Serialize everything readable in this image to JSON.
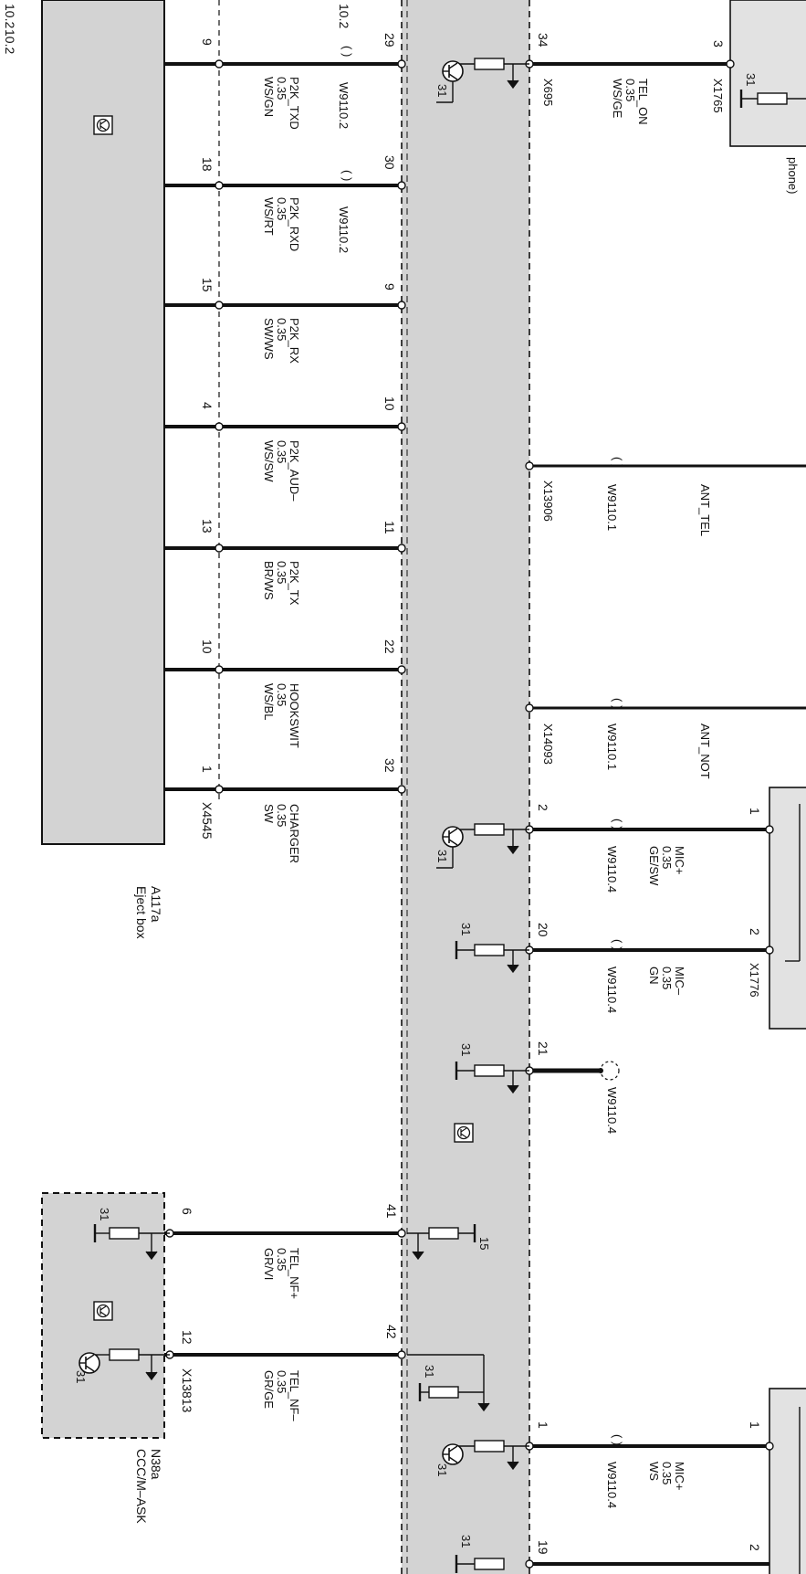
{
  "top_marks": {
    "left": "10.2",
    "left2": "10.2",
    "mid": "10.2"
  },
  "phone_label": "phone)",
  "left_wires": [
    {
      "pin_left": "9",
      "pin_right": "29",
      "name": "P2K_TXD",
      "size": "0.35",
      "color": "WS/GN",
      "connector": "W9110.2"
    },
    {
      "pin_left": "18",
      "pin_right": "30",
      "name": "P2K_RXD",
      "size": "0.35",
      "color": "WS/RT",
      "connector": "W9110.2"
    },
    {
      "pin_left": "15",
      "pin_right": "9",
      "name": "P2K_RX",
      "size": "0.35",
      "color": "SW/WS",
      "connector": ""
    },
    {
      "pin_left": "4",
      "pin_right": "10",
      "name": "P2K_AUD–",
      "size": "0.35",
      "color": "WS/SW",
      "connector": ""
    },
    {
      "pin_left": "13",
      "pin_right": "11",
      "name": "P2K_TX",
      "size": "0.35",
      "color": "BR/WS",
      "connector": ""
    },
    {
      "pin_left": "10",
      "pin_right": "22",
      "name": "HOOKSWIT",
      "size": "0.35",
      "color": "WS/BL",
      "connector": ""
    },
    {
      "pin_left": "1",
      "pin_right": "32",
      "name": "CHARGER",
      "size": "0.35",
      "color": "SW",
      "connector": ""
    }
  ],
  "left_connector": "X4545",
  "eject_box": {
    "id": "A117a",
    "name": "Eject box"
  },
  "right_wires": [
    {
      "pin_left": "34",
      "pin_right": "3",
      "name": "TEL_ON",
      "size": "0.35",
      "color": "WS/GE",
      "connector": "",
      "x_left": "X695",
      "x_right": "X1765"
    },
    {
      "pin_left": "",
      "pin_right": "",
      "name": "ANT_TEL",
      "size": "",
      "color": "",
      "connector": "W9110.1",
      "x_left": "X13906",
      "x_right": ""
    },
    {
      "pin_left": "",
      "pin_right": "",
      "name": "ANT_NOT",
      "size": "",
      "color": "",
      "connector": "W9110.1",
      "x_left": "X14093",
      "x_right": ""
    },
    {
      "pin_left": "2",
      "pin_right": "1",
      "name": "MIC+",
      "size": "0.35",
      "color": "GE/SW",
      "connector": "W9110.4",
      "x_left": "",
      "x_right": ""
    },
    {
      "pin_left": "20",
      "pin_right": "2",
      "name": "MIC–",
      "size": "0.35",
      "color": "GN",
      "connector": "W9110.4",
      "x_left": "",
      "x_right": "X1776"
    },
    {
      "pin_left": "21",
      "pin_right": "",
      "name": "",
      "size": "",
      "color": "",
      "connector": "W9110.4",
      "x_left": "",
      "x_right": ""
    },
    {
      "pin_left": "1",
      "pin_right": "1",
      "name": "MIC+",
      "size": "0.35",
      "color": "WS",
      "connector": "W9110.4",
      "x_left": "",
      "x_right": ""
    },
    {
      "pin_left": "19",
      "pin_right": "2",
      "name": "",
      "size": "",
      "color": "",
      "connector": "",
      "x_left": "",
      "x_right": ""
    }
  ],
  "bottom_wires": [
    {
      "pin_left": "6",
      "pin_right": "41",
      "name": "TEL_NF+",
      "size": "0.35",
      "color": "GR/VI"
    },
    {
      "pin_left": "12",
      "pin_right": "42",
      "name": "TEL_NF–",
      "size": "0.35",
      "color": "GR/GE"
    }
  ],
  "bottom_connector": "X13813",
  "ccc_box": {
    "id": "N38a",
    "name": "CCC/M–ASK"
  },
  "ground_label": "31",
  "supply_label": "15"
}
